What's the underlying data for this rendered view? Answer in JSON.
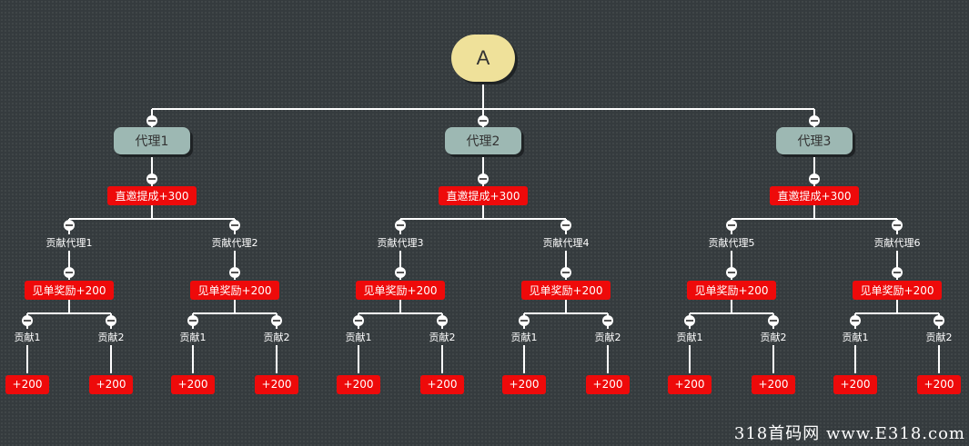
{
  "root": {
    "label": "A"
  },
  "agents": [
    {
      "label": "代理1",
      "bonus": "直邀提成+300",
      "children": [
        {
          "label": "贡献代理1",
          "bonus": "见单奖励+200",
          "leaves": [
            {
              "label": "贡献1",
              "reward": "+200"
            },
            {
              "label": "贡献2",
              "reward": "+200"
            }
          ]
        },
        {
          "label": "贡献代理2",
          "bonus": "见单奖励+200",
          "leaves": [
            {
              "label": "贡献1",
              "reward": "+200"
            },
            {
              "label": "贡献2",
              "reward": "+200"
            }
          ]
        }
      ]
    },
    {
      "label": "代理2",
      "bonus": "直邀提成+300",
      "children": [
        {
          "label": "贡献代理3",
          "bonus": "见单奖励+200",
          "leaves": [
            {
              "label": "贡献1",
              "reward": "+200"
            },
            {
              "label": "贡献2",
              "reward": "+200"
            }
          ]
        },
        {
          "label": "贡献代理4",
          "bonus": "见单奖励+200",
          "leaves": [
            {
              "label": "贡献1",
              "reward": "+200"
            },
            {
              "label": "贡献2",
              "reward": "+200"
            }
          ]
        }
      ]
    },
    {
      "label": "代理3",
      "bonus": "直邀提成+300",
      "children": [
        {
          "label": "贡献代理5",
          "bonus": "见单奖励+200",
          "leaves": [
            {
              "label": "贡献1",
              "reward": "+200"
            },
            {
              "label": "贡献2",
              "reward": "+200"
            }
          ]
        },
        {
          "label": "贡献代理6",
          "bonus": "见单奖励+200",
          "leaves": [
            {
              "label": "贡献1",
              "reward": "+200"
            },
            {
              "label": "贡献2",
              "reward": "+200"
            }
          ]
        }
      ]
    }
  ],
  "watermark": "318首码网  www.E318.com",
  "colors": {
    "background": "#353b3e",
    "root": "#efe19a",
    "agent": "#9db8b3",
    "reward": "#ee0a0a",
    "line": "#ffffff"
  }
}
